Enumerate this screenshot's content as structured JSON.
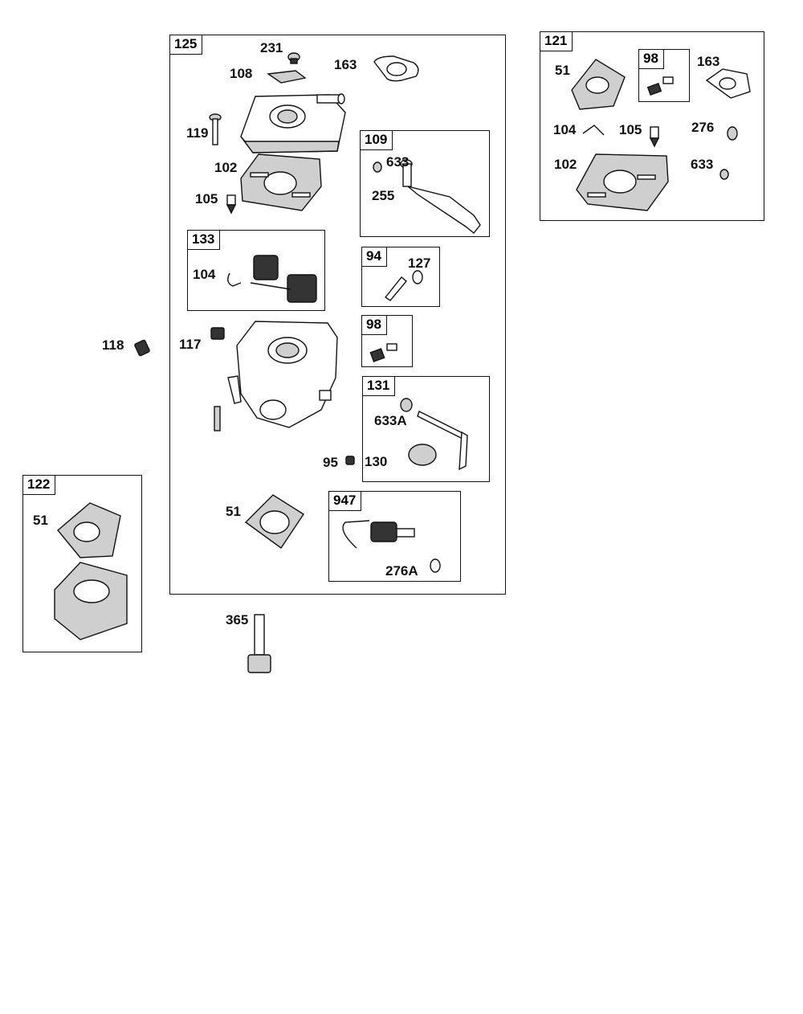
{
  "kits": [
    {
      "id": "kit-125",
      "label": "125"
    },
    {
      "id": "kit-121",
      "label": "121"
    },
    {
      "id": "kit-98-inner",
      "label": "98"
    },
    {
      "id": "kit-109",
      "label": "109"
    },
    {
      "id": "kit-133",
      "label": "133"
    },
    {
      "id": "kit-94",
      "label": "94"
    },
    {
      "id": "kit-98",
      "label": "98"
    },
    {
      "id": "kit-131",
      "label": "131"
    },
    {
      "id": "kit-947",
      "label": "947"
    },
    {
      "id": "kit-122",
      "label": "122"
    }
  ],
  "labels": [
    "231",
    "108",
    "163",
    "119",
    "102",
    "105",
    "633",
    "255",
    "104",
    "127",
    "118",
    "117",
    "633A",
    "95",
    "130",
    "51",
    "276A",
    "365",
    "51",
    "163",
    "104",
    "105",
    "276",
    "102",
    "633",
    "51"
  ]
}
